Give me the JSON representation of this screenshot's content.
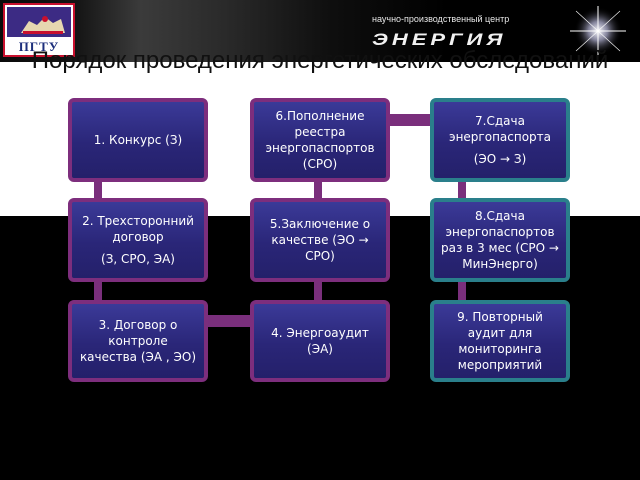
{
  "header": {
    "logo_text": "ПГТУ",
    "brand_subtitle": "научно-производственный центр",
    "brand_name": "ЭНЕРГИЯ"
  },
  "title": "Порядок проведения энергетических обследований",
  "boxes": {
    "b1": "1. Конкурс (З)",
    "b2_main": "2. Трехсторонний договор",
    "b2_sub": "(З, СРО, ЭА)",
    "b3": "3. Договор о контроле качества (ЭА , ЭО)",
    "b4": "4. Энергоаудит (ЭА)",
    "b5": "5.Заключение о качестве (ЭО → СРО)",
    "b6": "6.Пополнение реестра энергопаспортов (СРО)",
    "b7_main": "7.Сдача энергопаспорта",
    "b7_sub": "(ЭО → З)",
    "b8": "8.Сдача энергопаспортов раз в 3 мес (СРО → МинЭнерго)",
    "b9": "9. Повторный аудит для мониторинга мероприятий"
  },
  "colors": {
    "box_fill": "#2a2678",
    "border_purple": "#7d2e7d",
    "border_teal": "#2a7f8b",
    "connector": "#7a2f7c"
  }
}
